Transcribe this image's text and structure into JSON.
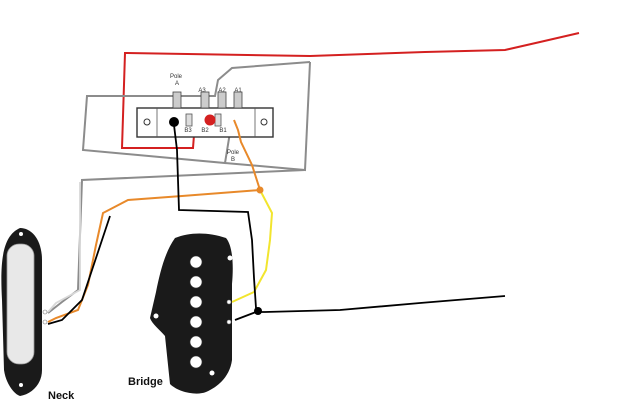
{
  "switch": {
    "top_labels": {
      "pole_a_line1": "Pole",
      "pole_a_line2": "A",
      "a3": "A3",
      "a2": "A2",
      "a1": "A1"
    },
    "bottom_labels": {
      "b3": "B3",
      "b2": "B2",
      "b1": "B1",
      "pole_b_line1": "Pole",
      "pole_b_line2": "B"
    }
  },
  "pickups": {
    "neck_label": "Neck",
    "bridge_label": "Bridge"
  },
  "wire_colors": {
    "red": "#d42020",
    "gray": "#8c8c8c",
    "orange": "#e8892a",
    "yellow": "#f2e52e",
    "black": "#000000",
    "white": "#d8d8d8"
  }
}
